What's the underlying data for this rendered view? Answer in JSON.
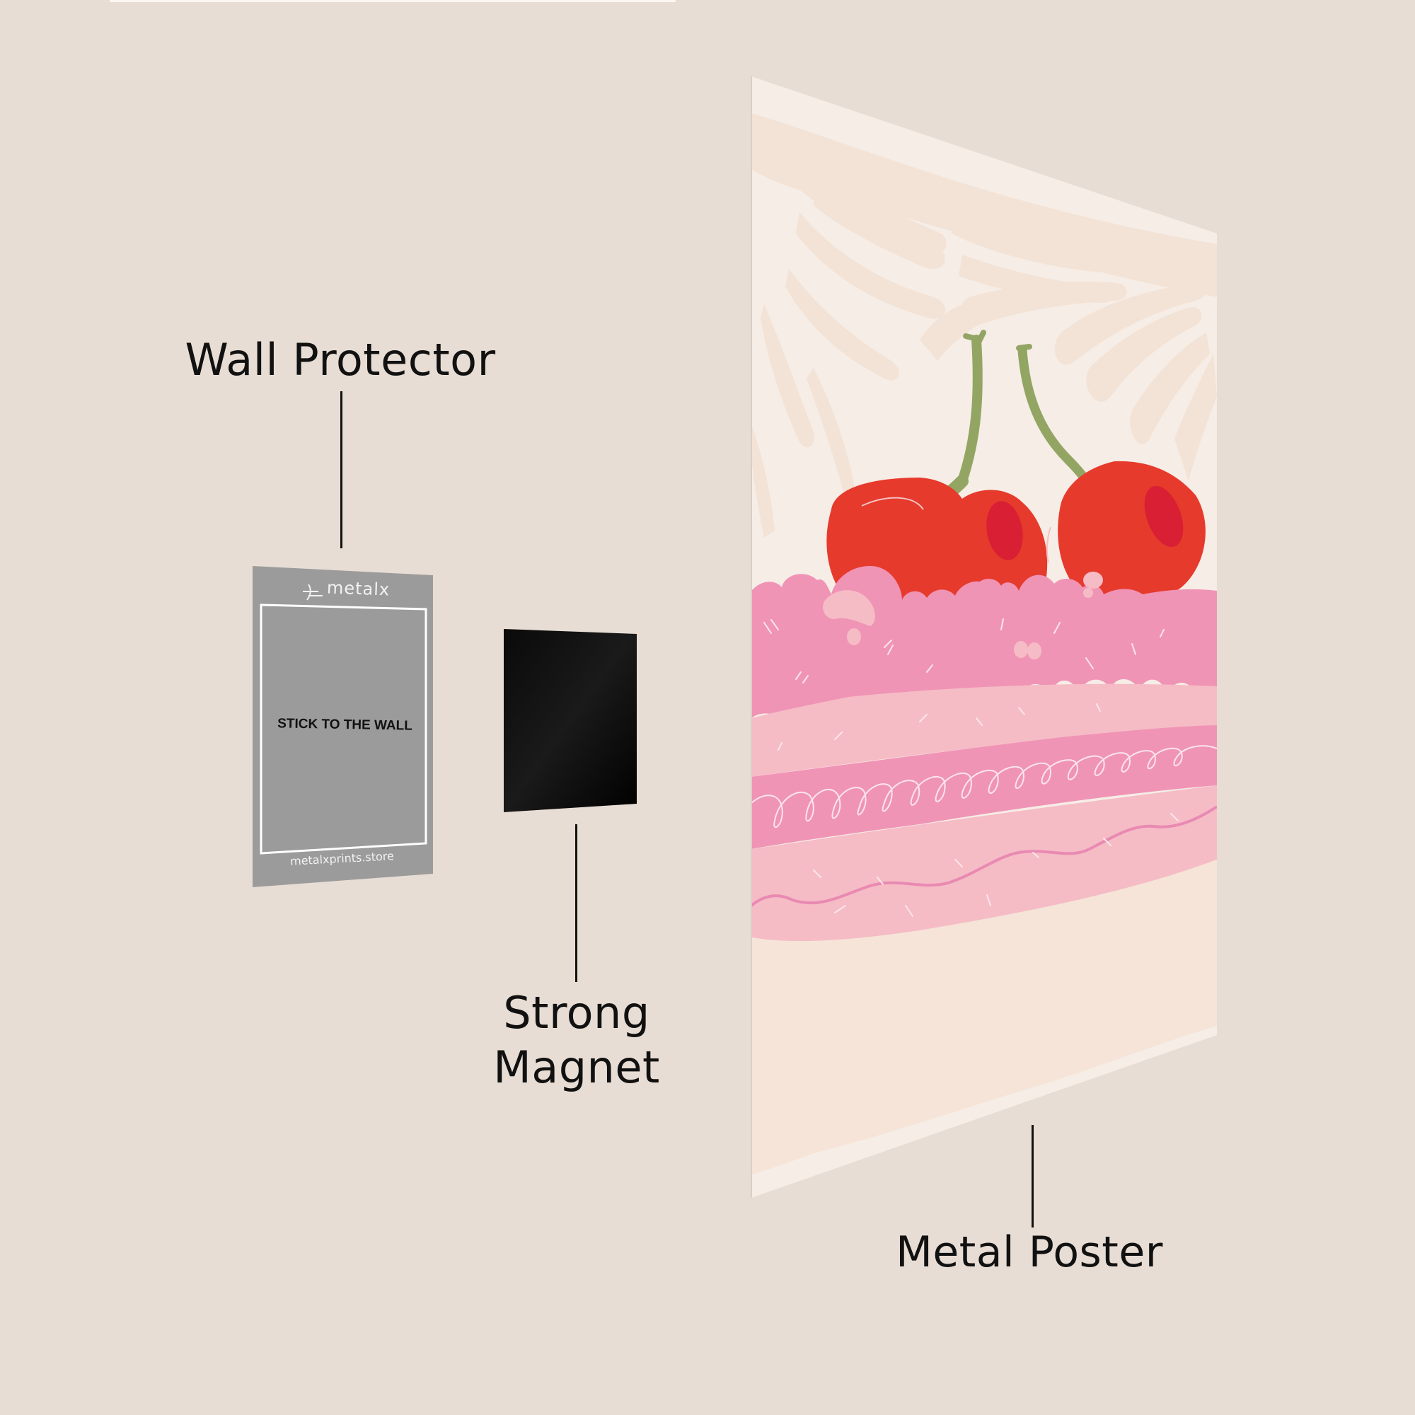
{
  "labels": {
    "wall_protector": "Wall Protector",
    "strong_magnet_line1": "Strong",
    "strong_magnet_line2": "Magnet",
    "metal_poster": "Metal Poster"
  },
  "wall_protector_card": {
    "brand_logo": "metalx",
    "center_text": "STICK TO THE WALL",
    "footer_url": "metalxprints.store"
  },
  "colors": {
    "background": "#e8ddd4",
    "protector_gray": "#9b9b9b",
    "magnet_black": "#050505",
    "poster_cream": "#f6ede6",
    "leaf_shape": "#f3e3d6",
    "cherry_red": "#e63a2c",
    "cherry_dark": "#d81f33",
    "stem_green": "#93a563",
    "frosting_pink": "#f094b6",
    "cake_light_pink": "#f5bcc6",
    "cake_cream": "#f5e4d7"
  },
  "icons": {
    "brand_mark": "metalx-logo-icon"
  }
}
